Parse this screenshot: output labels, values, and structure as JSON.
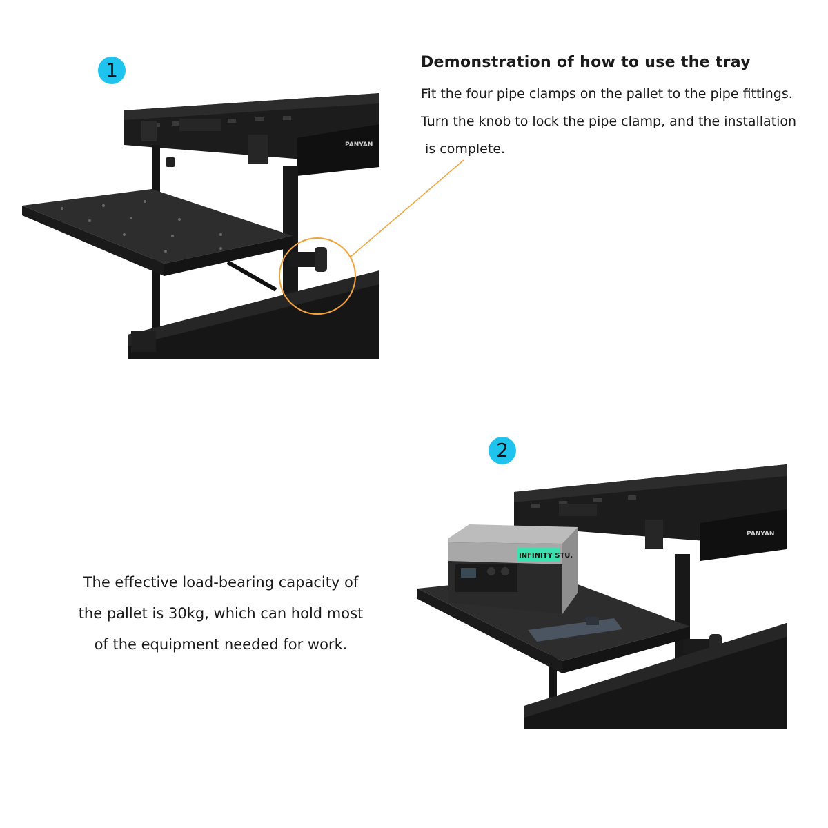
{
  "step1": {
    "badge": "1",
    "heading": "Demonstration of how to use the tray",
    "lines": [
      "Fit the four pipe clamps on the pallet to the pipe fittings.",
      "Turn the knob to lock the pipe clamp, and the installation",
      " is complete."
    ],
    "brand_label": "PANYAN"
  },
  "step2": {
    "badge": "2",
    "lines": [
      "The effective load-bearing capacity of",
      "the pallet is 30kg, which can hold most",
      "of the equipment needed for work."
    ],
    "brand_label": "PANYAN",
    "device_label": "INFINITY STU."
  },
  "colors": {
    "badge": "#1ec3ee",
    "callout": "#f4a23a",
    "device_accent": "#3fe0b0"
  }
}
